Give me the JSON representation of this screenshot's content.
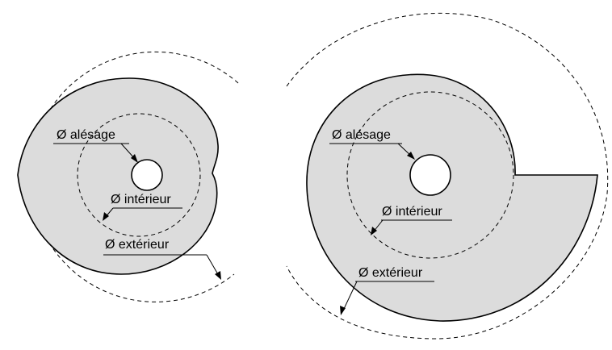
{
  "figures": [
    {
      "labels": {
        "bore": "Ø alésage",
        "inner": "Ø intérieur",
        "outer": "Ø extérieur"
      }
    },
    {
      "labels": {
        "bore": "Ø alésage",
        "inner": "Ø intérieur",
        "outer": "Ø extérieur"
      }
    }
  ],
  "colors": {
    "fill": "#dcdcdc",
    "stroke": "#000000",
    "background": "#ffffff"
  }
}
